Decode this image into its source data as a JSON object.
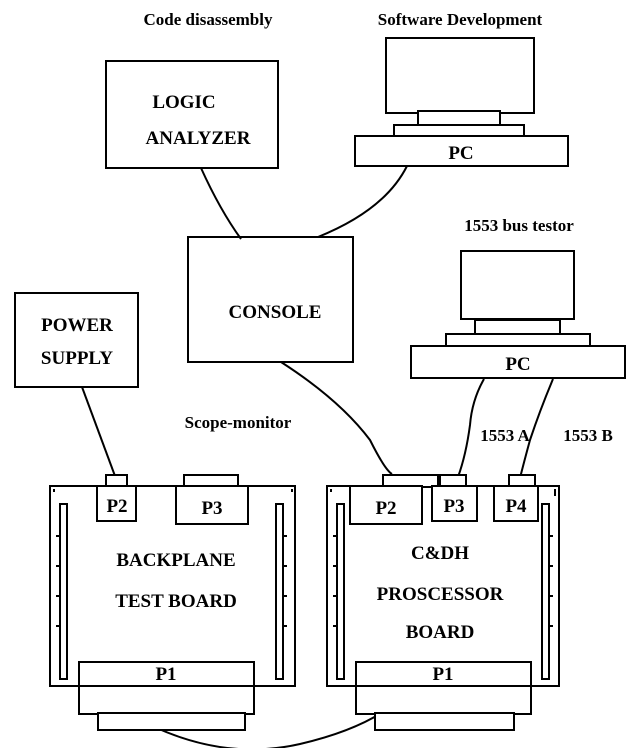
{
  "labels": {
    "code_disassembly": "Code disassembly",
    "software_development": "Software Development",
    "bus_tester": "1553 bus testor",
    "scope_monitor": "Scope-monitor",
    "bus_a": "1553 A",
    "bus_b": "1553 B"
  },
  "logic_analyzer": {
    "line1": "LOGIC",
    "line2": "ANALYZER"
  },
  "console": {
    "label": "CONSOLE"
  },
  "power_supply": {
    "line1": "POWER",
    "line2": "SUPPLY"
  },
  "pc_top": {
    "label": "PC"
  },
  "pc_right": {
    "label": "PC"
  },
  "backplane_board": {
    "line1": "BACKPLANE",
    "line2": "TEST BOARD",
    "connectors": {
      "p2": "P2",
      "p3": "P3",
      "p1": "P1"
    }
  },
  "processor_board": {
    "line1": "C&DH",
    "line2": "PROSCESSOR",
    "line3": "BOARD",
    "connectors": {
      "p2": "P2",
      "p3": "P3",
      "p4": "P4",
      "p1": "P1"
    }
  }
}
